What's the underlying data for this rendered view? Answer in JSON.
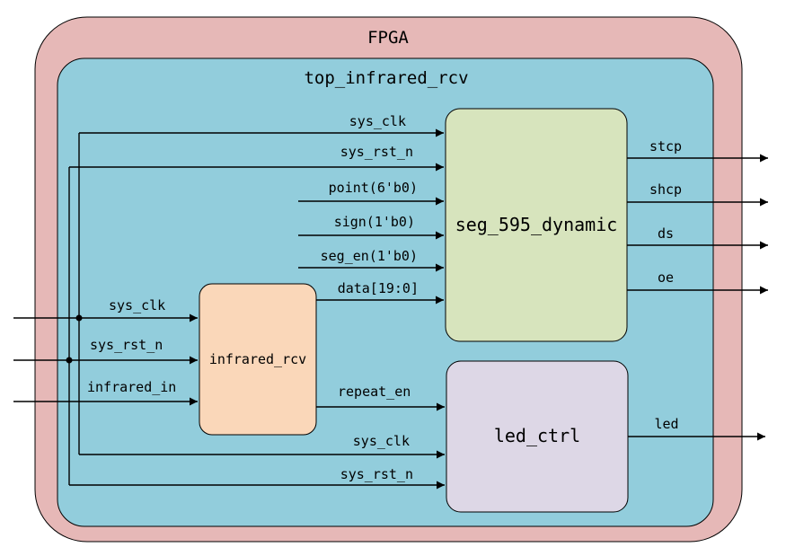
{
  "fpga": {
    "title": "FPGA",
    "color": "#e6b8b7"
  },
  "top": {
    "title": "top_infrared_rcv",
    "color": "#92cddc"
  },
  "blocks": {
    "seg": {
      "label": "seg_595_dynamic",
      "color": "#d7e4bd"
    },
    "ir": {
      "label": "infrared_rcv",
      "color": "#fad7b9"
    },
    "led": {
      "label": "led_ctrl",
      "color": "#ddd7e6"
    }
  },
  "signals": {
    "seg_sys_clk": "sys_clk",
    "seg_sys_rst_n": "sys_rst_n",
    "point": "point(6'b0)",
    "sign": "sign(1'b0)",
    "seg_en": "seg_en(1'b0)",
    "data": "data[19:0]",
    "ir_sys_clk": "sys_clk",
    "ir_sys_rst_n": "sys_rst_n",
    "infrared_in": "infrared_in",
    "repeat_en": "repeat_en",
    "led_sys_clk": "sys_clk",
    "led_sys_rst_n": "sys_rst_n",
    "stcp": "stcp",
    "shcp": "shcp",
    "ds": "ds",
    "oe": "oe",
    "led": "led"
  }
}
